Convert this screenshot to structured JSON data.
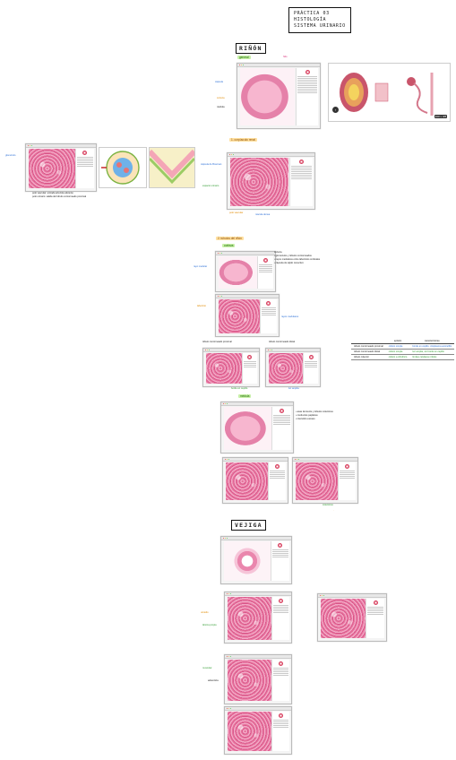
{
  "title": {
    "lines": [
      "PRÁCTICA 03",
      "HISTOLOGÍA",
      "SISTEMA URINARIO"
    ]
  },
  "sections": {
    "rinon": "RIÑÓN",
    "vejiga": "VEJIGA"
  },
  "tags": {
    "rinon_general": "general",
    "corpusculo": "1. corpúsculo renal",
    "tubulos": "2. túbulos del riñón",
    "corteza": "corteza",
    "medula": "médula"
  },
  "notes": {
    "left_blue": "glomérulo",
    "left_caption_1": "polo vascular: entrada arteriola aferente",
    "left_caption_2": "polo urinario: salida del túbulo contorneado proximal",
    "right_list_title": "corteza",
    "right_list_1": "• glomérulos y túbulos contorneados",
    "right_list_2": "• rayos medulares entre laberintos corticales",
    "right_list_3": "• cápsula de tejido conectivo",
    "medula_list_1": "• asas de Henle y túbulos colectores",
    "medula_list_2": "• conductos papilares",
    "medula_list_3": "• intersticio escaso",
    "tcp_label": "túbulo contorneado proximal",
    "tcd_label": "túbulo contorneado distal"
  },
  "table": {
    "headers": [
      "",
      "epitelio",
      "características"
    ],
    "rows": [
      [
        "túbulo contorneado proximal",
        "cúbico simple",
        "borde en cepillo, citoplasma eosinófilo"
      ],
      [
        "túbulo contorneado distal",
        "cúbico simple",
        "luz amplia, sin borde en cepillo"
      ],
      [
        "túbulo colector",
        "cúbico a cilíndrico",
        "límites celulares nítidos"
      ]
    ]
  },
  "viewer": {
    "zoom_label": "400 x 3/8"
  },
  "colors": {
    "tissue_pink": "#e6739c",
    "note_blue": "#2b6fd6",
    "note_green": "#2f9a2f",
    "note_orange": "#e08a00"
  }
}
